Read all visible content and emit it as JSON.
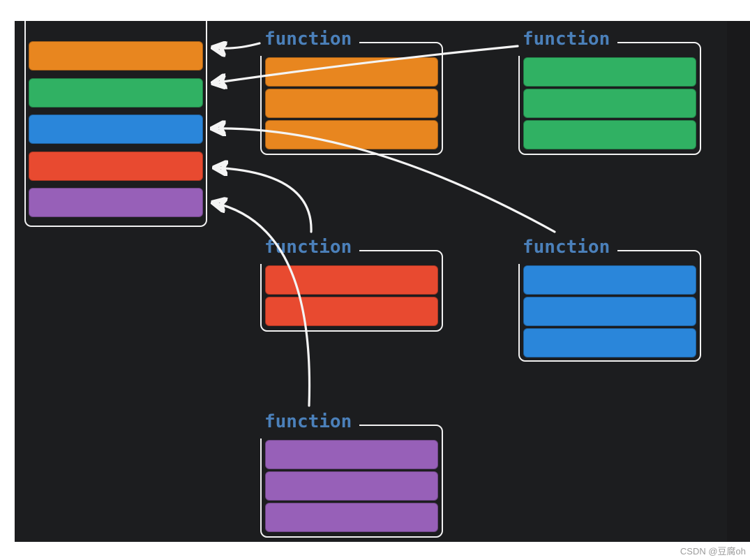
{
  "colors": {
    "orange": "#e8861f",
    "green": "#30b163",
    "blue": "#2a86da",
    "red": "#e84a30",
    "purple": "#9760b8",
    "canvas_background": "#1c1d1f",
    "box_border": "#f1f1f1",
    "label_text": "#4b80ba",
    "arrow": "#f4f4f4"
  },
  "stack": {
    "bars": [
      "orange",
      "green",
      "blue",
      "red",
      "purple"
    ]
  },
  "function_boxes": [
    {
      "id": "fn-orange",
      "label": "function",
      "color": "orange",
      "bar_count": 3
    },
    {
      "id": "fn-green",
      "label": "function",
      "color": "green",
      "bar_count": 3
    },
    {
      "id": "fn-red",
      "label": "function",
      "color": "red",
      "bar_count": 2
    },
    {
      "id": "fn-blue",
      "label": "function",
      "color": "blue",
      "bar_count": 3
    },
    {
      "id": "fn-purple",
      "label": "function",
      "color": "purple",
      "bar_count": 3
    }
  ],
  "arrows": [
    {
      "from": "fn-orange",
      "to": "stack-bar-orange"
    },
    {
      "from": "fn-green",
      "to": "stack-bar-green"
    },
    {
      "from": "fn-blue",
      "to": "stack-bar-blue"
    },
    {
      "from": "fn-red",
      "to": "stack-bar-red"
    },
    {
      "from": "fn-purple",
      "to": "stack-bar-purple"
    }
  ],
  "watermark": {
    "text": "CSDN @豆腐oh"
  }
}
